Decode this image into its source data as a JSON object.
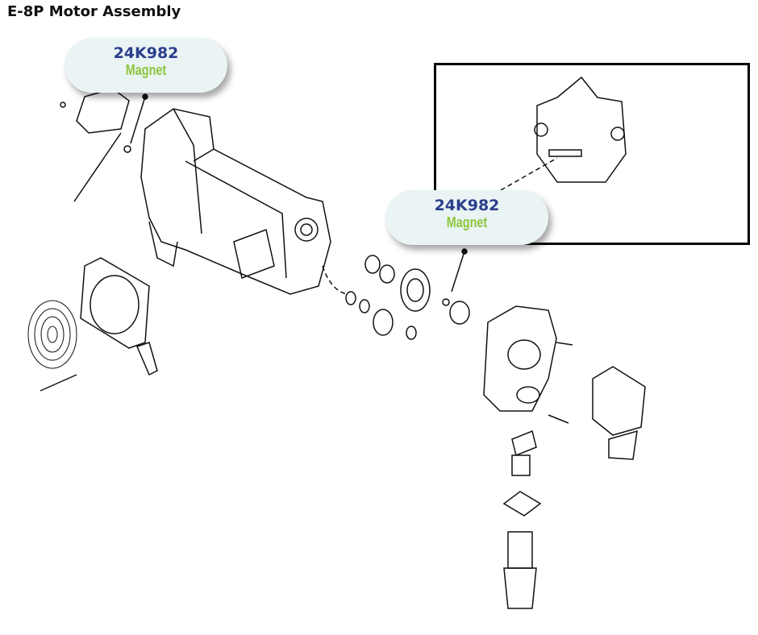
{
  "title": "E-8P Motor Assembly",
  "callouts": [
    {
      "part_number": "24K982",
      "name": "Magnet"
    },
    {
      "part_number": "24K982",
      "name": "Magnet"
    }
  ],
  "colors": {
    "part_number": "#2b3f8c",
    "name": "#8cc63f",
    "bubble": "#eaf4f4"
  }
}
